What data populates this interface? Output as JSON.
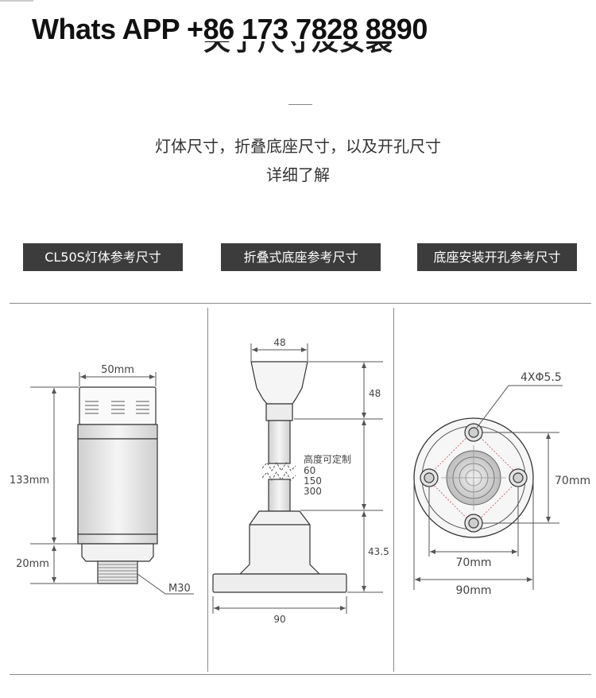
{
  "watermark": "Whats APP +86 173 7828 8890",
  "hidden_title": "关于尺寸及安装",
  "intro": {
    "line1": "灯体尺寸，折叠底座尺寸，以及开孔尺寸",
    "line2": "详细了解"
  },
  "tags": [
    "CL50S灯体参考尺寸",
    "折叠式底座参考尺寸",
    "底座安装开孔参考尺寸"
  ],
  "lamp": {
    "width": "50mm",
    "height": "133mm",
    "base_height": "20mm",
    "thread": "M30"
  },
  "bracket": {
    "top_width": "48",
    "top_height": "48",
    "custom_label": "高度可定制",
    "custom_values": [
      "60",
      "150",
      "300"
    ],
    "bottom_height": "43.5",
    "base_width": "90"
  },
  "mount": {
    "holes": "4XΦ5.5",
    "vertical": "70mm",
    "horizontal": "70mm",
    "diameter": "90mm"
  }
}
